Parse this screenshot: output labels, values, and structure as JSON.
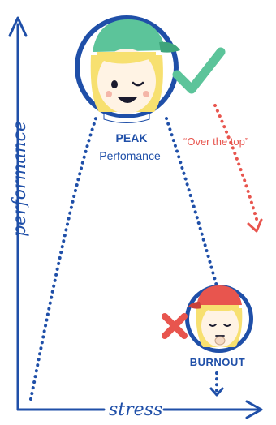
{
  "axes": {
    "y_label": "performance",
    "x_label": "stress"
  },
  "peak": {
    "title": "PEAK",
    "subtitle": "Perfomance",
    "status_icon": "check-icon"
  },
  "over_the_top": {
    "label": "“Over the top”"
  },
  "burnout": {
    "label": "BURNOUT",
    "status_icon": "x-icon"
  },
  "colors": {
    "blue": "#1f4fa8",
    "green": "#5cc49a",
    "red": "#e8554e",
    "hair": "#f7e070",
    "face": "#fff3e4"
  }
}
